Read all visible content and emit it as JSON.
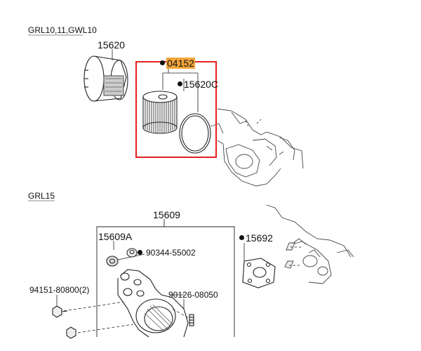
{
  "sections": {
    "top_model_code": "GRL10,11,GWL10",
    "bottom_model_code": "GRL15"
  },
  "callouts": {
    "cap": "15620",
    "element_kit": "04152",
    "element": "15620C",
    "assembly": "15609",
    "bracket": "15609A",
    "gasket_part": "90344-55002",
    "bolt": "94151-80800(2)",
    "stud": "90126-08050",
    "plate": "15692"
  },
  "highlight": {
    "part": "04152",
    "box_color": "#e32020",
    "label_fill": "#f4a63b"
  }
}
